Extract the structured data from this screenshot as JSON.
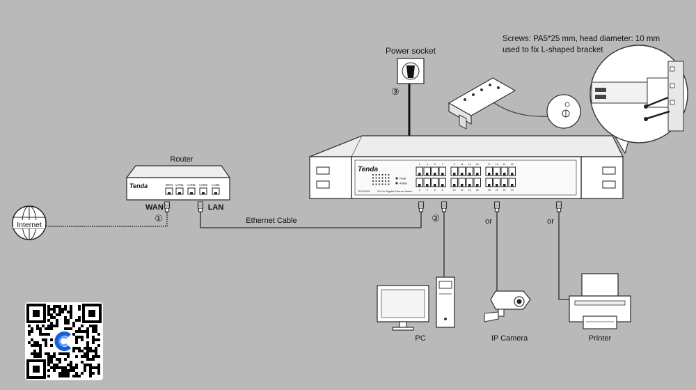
{
  "background": "#b9b9b9",
  "labels": {
    "internet": "Internet",
    "router": "Router",
    "wan": "WAN",
    "lan": "LAN",
    "step1": "①",
    "step2": "②",
    "step3": "③",
    "ethernet_cable": "Ethernet Cable",
    "power_socket": "Power socket",
    "screws_line1": "Screws: PA5*25 mm, head diameter: 10 mm",
    "screws_line2": "used to fix L-shaped bracket",
    "or1": "or",
    "or2": "or",
    "pc": "PC",
    "ip_camera": "IP Camera",
    "printer": "Printer"
  },
  "router": {
    "brand": "Tenda",
    "ports": [
      "WAN",
      "LAN1",
      "LAN2",
      "LAN3",
      "LAN4"
    ]
  },
  "switch": {
    "brand": "Tenda",
    "model": "TEG1024D",
    "description": "24-Port Gigabit Ethernet Switch",
    "leds": [
      "Power",
      "Activity"
    ],
    "top_port_numbers": [
      "1",
      "3",
      "5",
      "7",
      "9",
      "11",
      "13",
      "15",
      "17",
      "19",
      "21",
      "23"
    ],
    "bottom_port_numbers": [
      "2",
      "4",
      "6",
      "8",
      "10",
      "12",
      "14",
      "16",
      "18",
      "20",
      "22",
      "24"
    ]
  },
  "icons": [
    "globe-icon",
    "router-icon",
    "switch-icon",
    "power-socket-icon",
    "l-bracket-icon",
    "screw-icon",
    "pc-icon",
    "ip-camera-icon",
    "printer-icon",
    "qr-code-icon",
    "rj45-plug-icon"
  ]
}
